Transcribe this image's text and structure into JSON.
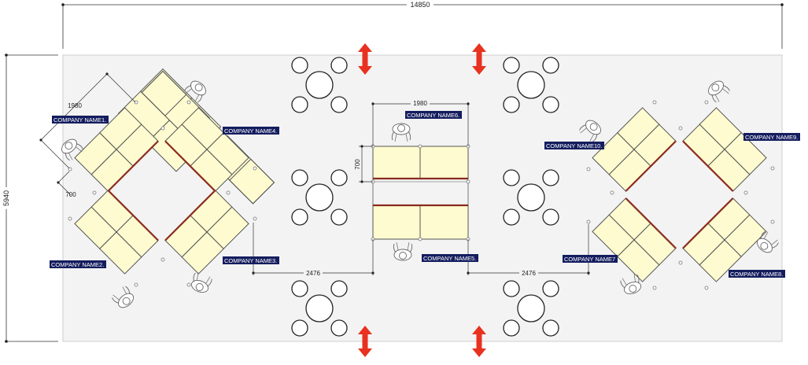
{
  "dimensions": {
    "total_width": "14850",
    "total_height": "5940",
    "table_width": "1980",
    "table_depth": "700",
    "aisle_left": "2476",
    "aisle_right": "2476"
  },
  "companies": {
    "c1": "COMPANY NAME1.",
    "c2": "COMPANY NAME2.",
    "c3": "COMPANY NAME3.",
    "c4": "COMPANY NAME4.",
    "c5": "COMPANY NAME5.",
    "c6": "COMPANY NAME6.",
    "c7": "COMPANY NAME7",
    "c8": "COMPANY NAME8.",
    "c9": "COMPANY NAME9.",
    "c10": "COMPANY NAME10."
  },
  "colors": {
    "floor": "#f3f3f3",
    "table": "#fdfbcf",
    "divider": "#8b2a1e",
    "arrow": "#e8321f",
    "label_bg": "#141d5e"
  },
  "icons": {
    "arrow": "double-vertical-arrow-icon",
    "person": "person-top-view-icon",
    "seating": "round-table-with-chairs-icon"
  }
}
